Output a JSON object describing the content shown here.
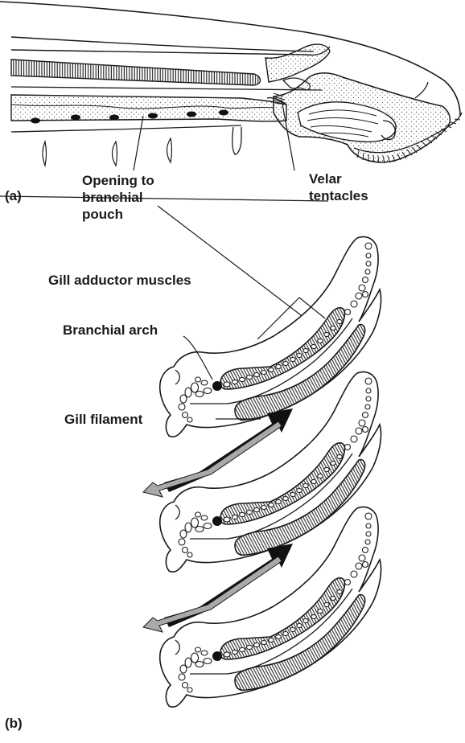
{
  "panel_a": {
    "letter": "(a)",
    "labels": {
      "opening": "Opening to\nbranchial\npouch",
      "velar": "Velar\ntentacles"
    }
  },
  "panel_b": {
    "letter": "(b)",
    "labels": {
      "adductor": "Gill adductor muscles",
      "arch": "Branchial arch",
      "filament": "Gill filament"
    }
  },
  "colors": {
    "ink": "#1a1a1a",
    "stipple": "#6a6a6a",
    "arrow_dark": "#111111",
    "arrow_light": "#a9a9a9"
  }
}
